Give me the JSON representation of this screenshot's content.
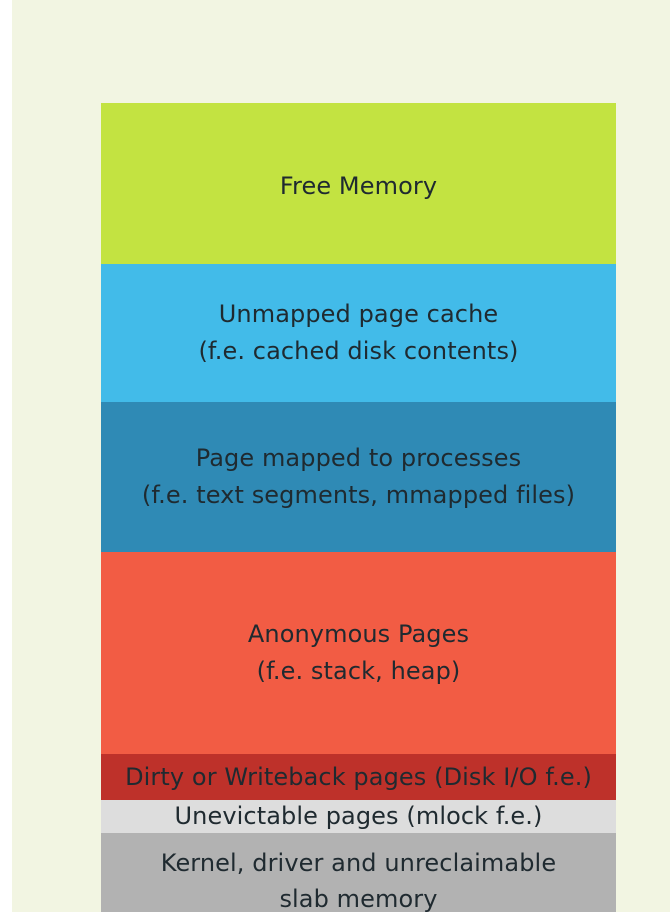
{
  "diagram": {
    "segments": [
      {
        "id": "free",
        "lines": [
          "Free Memory"
        ],
        "color": "#c3e341"
      },
      {
        "id": "unmapped",
        "lines": [
          "Unmapped page cache",
          "(f.e. cached disk contents)"
        ],
        "color": "#42bbe9"
      },
      {
        "id": "mapped",
        "lines": [
          "Page mapped to processes",
          "(f.e. text segments, mmapped files)"
        ],
        "color": "#2f8ab5"
      },
      {
        "id": "anonymous",
        "lines": [
          "Anonymous Pages",
          "(f.e. stack, heap)"
        ],
        "color": "#f25c44"
      },
      {
        "id": "dirty",
        "lines": [
          "Dirty or Writeback pages (Disk I/O f.e.)"
        ],
        "color": "#be312a"
      },
      {
        "id": "unevictable",
        "lines": [
          "Unevictable pages (mlock f.e.)"
        ],
        "color": "#dddddd"
      },
      {
        "id": "kernel",
        "lines": [
          "Kernel, driver and unreclaimable",
          "slab memory"
        ],
        "color": "#b2b2b2"
      }
    ]
  },
  "colors": {
    "background_panel": "#f2f5e2",
    "text": "#1f2a30"
  }
}
